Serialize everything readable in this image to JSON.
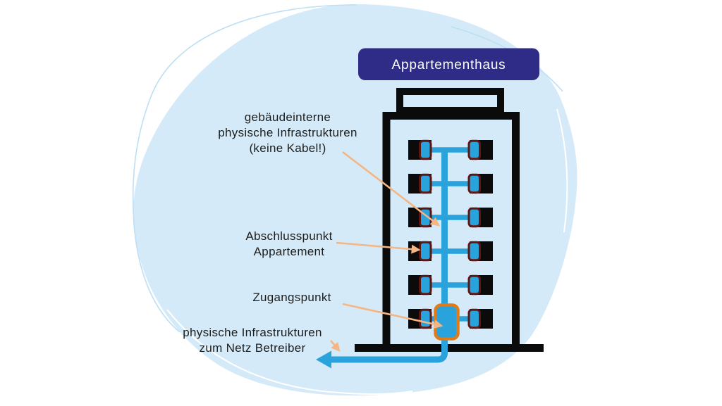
{
  "title": {
    "label": "Appartementhaus"
  },
  "building": {
    "name": "Appartementhaus",
    "floor_count": 6,
    "termination_points_per_floor": 2
  },
  "labels": {
    "building_internal": {
      "lines": [
        "gebäudeinterne",
        "physische Infrastrukturen",
        "(keine Kabel!)"
      ]
    },
    "termination_point": {
      "lines": [
        "Abschlusspunkt",
        "Appartement"
      ]
    },
    "access_point": {
      "label": "Zugangspunkt"
    },
    "to_network_operator": {
      "lines": [
        "physische Infrastrukturen",
        "zum Netz Betreiber"
      ]
    }
  },
  "colors": {
    "blob": "#d5eaf8",
    "blob_arc": "#bedff3",
    "title_box": "#2e2c87",
    "title_text": "#ffffff",
    "black": "#0b0b0b",
    "blue": "#2aa2db",
    "maroon": "#5c1712",
    "orange": "#e07b17",
    "peach": "#f4b685",
    "label_text": "#1d1d1b"
  }
}
